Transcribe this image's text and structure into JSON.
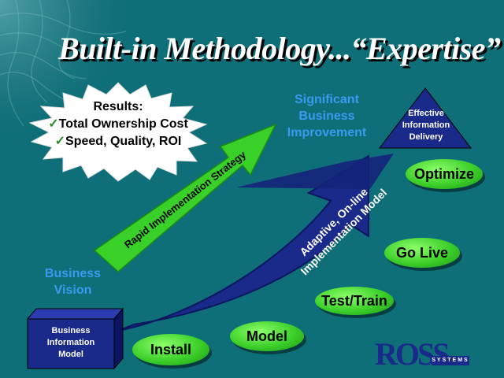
{
  "title": "Built-in Methodology...“Expertise”",
  "results": {
    "heading": "Results:",
    "items": [
      {
        "check": "✓",
        "text": "Total Ownership Cost"
      },
      {
        "check": "✓",
        "text": "Speed, Quality, ROI"
      }
    ]
  },
  "green_arrow_label": "Rapid Implementation Strategy",
  "blue_arrow_label": [
    "Adaptive, On-line",
    "Implementation Model"
  ],
  "significant": [
    "Significant",
    "Business",
    "Improvement"
  ],
  "triangle": [
    "Effective",
    "Information",
    "Delivery"
  ],
  "business_vision": [
    "Business",
    "Vision"
  ],
  "cube": [
    "Business",
    "Information",
    "Model"
  ],
  "stages": {
    "install": "Install",
    "model": "Model",
    "test_train": "Test/Train",
    "go_live": "Go Live",
    "optimize": "Optimize"
  },
  "logo": {
    "name": "ROSS",
    "sub": "SYSTEMS"
  },
  "colors": {
    "background": "#0f6f78",
    "green": "#3ccf2a",
    "blue_arrow": "#1a2a8a",
    "label_blue": "#3a9af0"
  }
}
